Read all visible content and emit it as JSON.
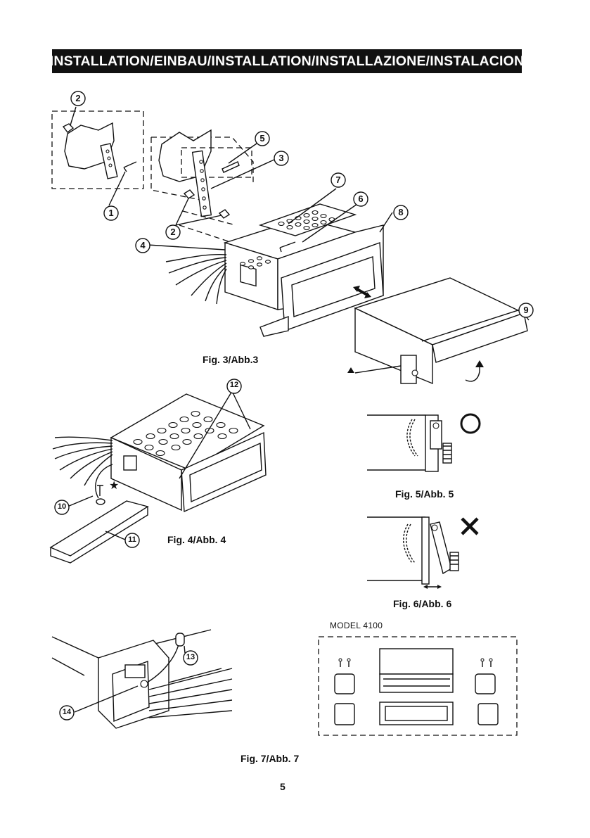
{
  "header": {
    "title": "INSTALLATION/EINBAU/INSTALLATION/INSTALLAZIONE/INSTALACION"
  },
  "figures": {
    "fig3": {
      "caption": "Fig. 3/Abb.3"
    },
    "fig4": {
      "caption": "Fig. 4/Abb. 4"
    },
    "fig5": {
      "caption": "Fig. 5/Abb. 5"
    },
    "fig6": {
      "caption": "Fig. 6/Abb. 6"
    },
    "fig7": {
      "caption": "Fig. 7/Abb. 7"
    }
  },
  "callouts": {
    "c1": "1",
    "c2a": "2",
    "c2b": "2",
    "c3": "3",
    "c4": "4",
    "c5": "5",
    "c6": "6",
    "c7": "7",
    "c8": "8",
    "c9": "9",
    "c10": "10",
    "c11": "11",
    "c12": "12",
    "c13": "13",
    "c14": "14"
  },
  "model_box": {
    "label": "MODEL 4100"
  },
  "page": {
    "number": "5"
  },
  "icons": {
    "correct_mark": "circle-icon",
    "wrong_mark": "cross-icon",
    "star_mark": "star-icon",
    "triangle_mark": "triangle-icon"
  }
}
